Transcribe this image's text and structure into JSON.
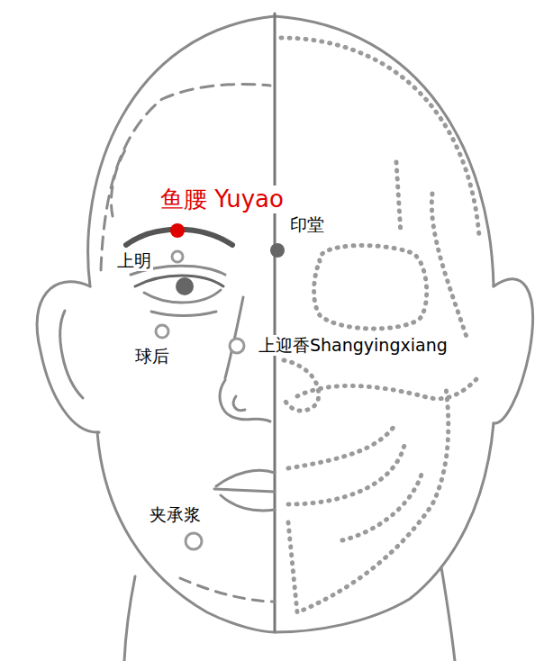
{
  "diagram": {
    "labels": [
      "鱼腰 Yuyao",
      "印堂",
      "上明",
      "球后",
      "上迎香Shangyingxiang",
      "夹承浆"
    ]
  }
}
